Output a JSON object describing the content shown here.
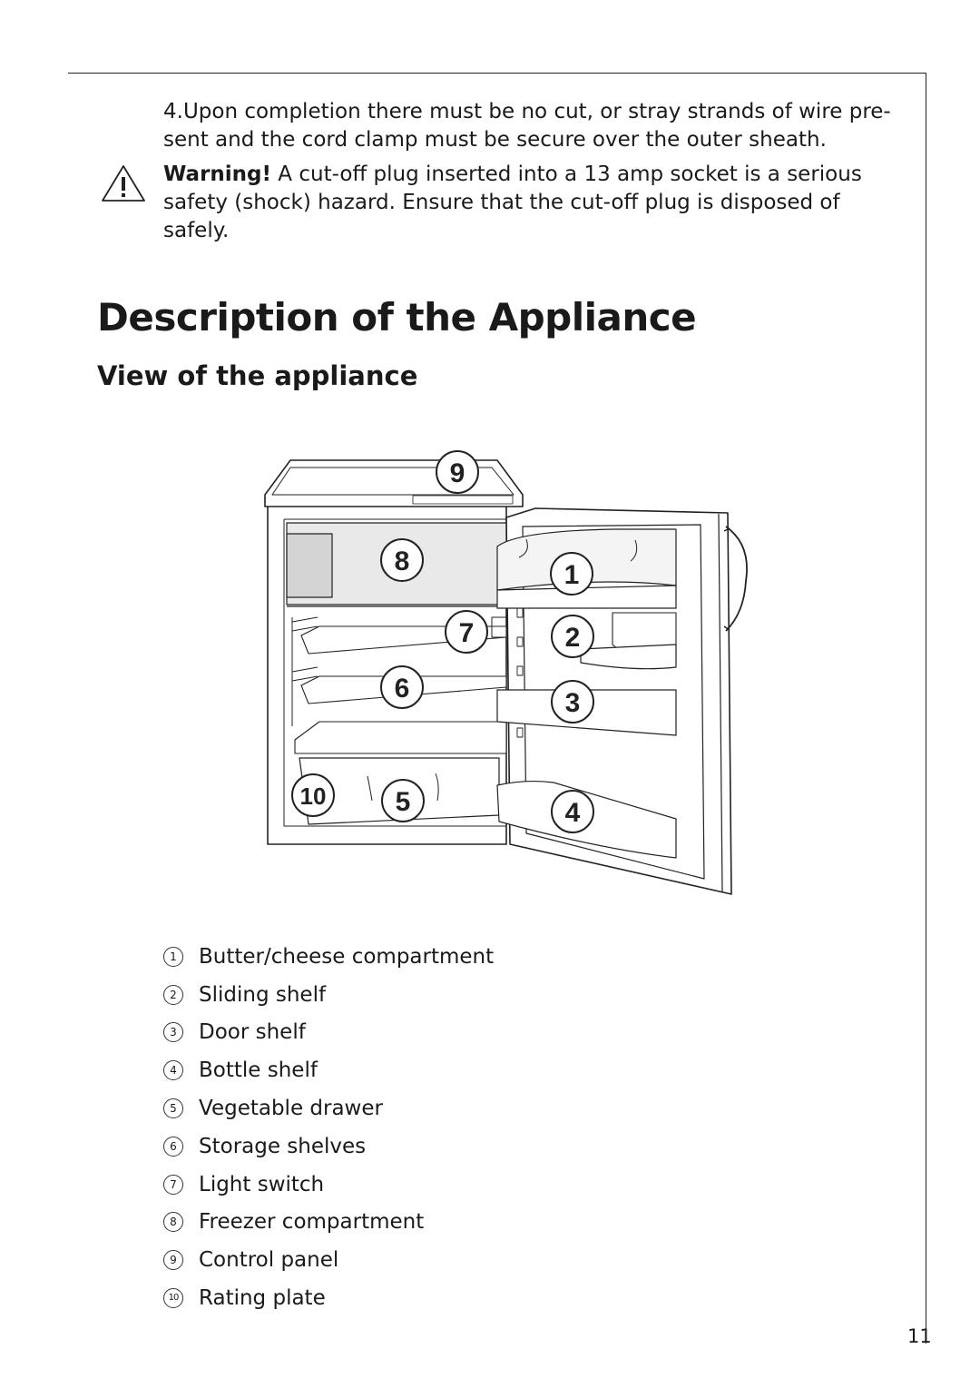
{
  "instructions": {
    "step4": "4.Upon completion there must be no cut, or stray strands of wire pre- sent and the cord clamp must be secure over the outer sheath.",
    "warning_label": "Warning!",
    "warning_text": " A cut-off plug inserted into a 13 amp socket is a serious safety (shock) hazard. Ensure that the cut-off plug is disposed of safely."
  },
  "heading": "Description of the Appliance",
  "subheading": "View of the appliance",
  "diagram_labels": [
    "1",
    "2",
    "3",
    "4",
    "5",
    "6",
    "7",
    "8",
    "9",
    "10"
  ],
  "legend": [
    {
      "num": "1",
      "label": "Butter/cheese compartment"
    },
    {
      "num": "2",
      "label": "Sliding shelf"
    },
    {
      "num": "3",
      "label": "Door shelf"
    },
    {
      "num": "4",
      "label": "Bottle shelf"
    },
    {
      "num": "5",
      "label": "Vegetable drawer"
    },
    {
      "num": "6",
      "label": "Storage shelves"
    },
    {
      "num": "7",
      "label": "Light switch"
    },
    {
      "num": "8",
      "label": "Freezer compartment"
    },
    {
      "num": "9",
      "label": "Control panel"
    },
    {
      "num": "10",
      "label": "Rating plate"
    }
  ],
  "page_number": "11"
}
